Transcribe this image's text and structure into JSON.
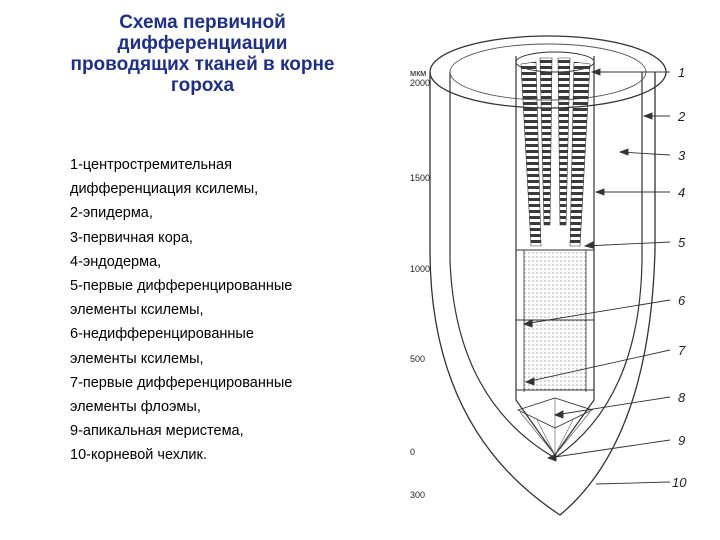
{
  "title": {
    "lines": [
      "Схема первичной",
      "дифференциации",
      "проводящих тканей в корне",
      "гороха"
    ]
  },
  "legend": [
    {
      "lines": [
        "1-центростремительная",
        "дифференциация ксилемы,"
      ]
    },
    {
      "lines": [
        "2-эпидерма,"
      ]
    },
    {
      "lines": [
        "3-первичная кора,"
      ]
    },
    {
      "lines": [
        "4-эндодерма,"
      ]
    },
    {
      "lines": [
        "5-первые дифференцированные",
        "элементы ксилемы,"
      ]
    },
    {
      "lines": [
        "6-недифференцированные",
        "элементы ксилемы,"
      ]
    },
    {
      "lines": [
        "7-первые дифференцированные",
        "элементы флоэмы,"
      ]
    },
    {
      "lines": [
        "9-апикальная меристема,"
      ]
    },
    {
      "lines": [
        "10-корневой чехлик."
      ]
    }
  ],
  "scale": {
    "unit": "мкм",
    "ticks": [
      "2000",
      "1500",
      "1000",
      "500",
      "0",
      "300"
    ]
  },
  "callouts": [
    "1",
    "2",
    "3",
    "4",
    "5",
    "6",
    "7",
    "8",
    "9",
    "10"
  ]
}
